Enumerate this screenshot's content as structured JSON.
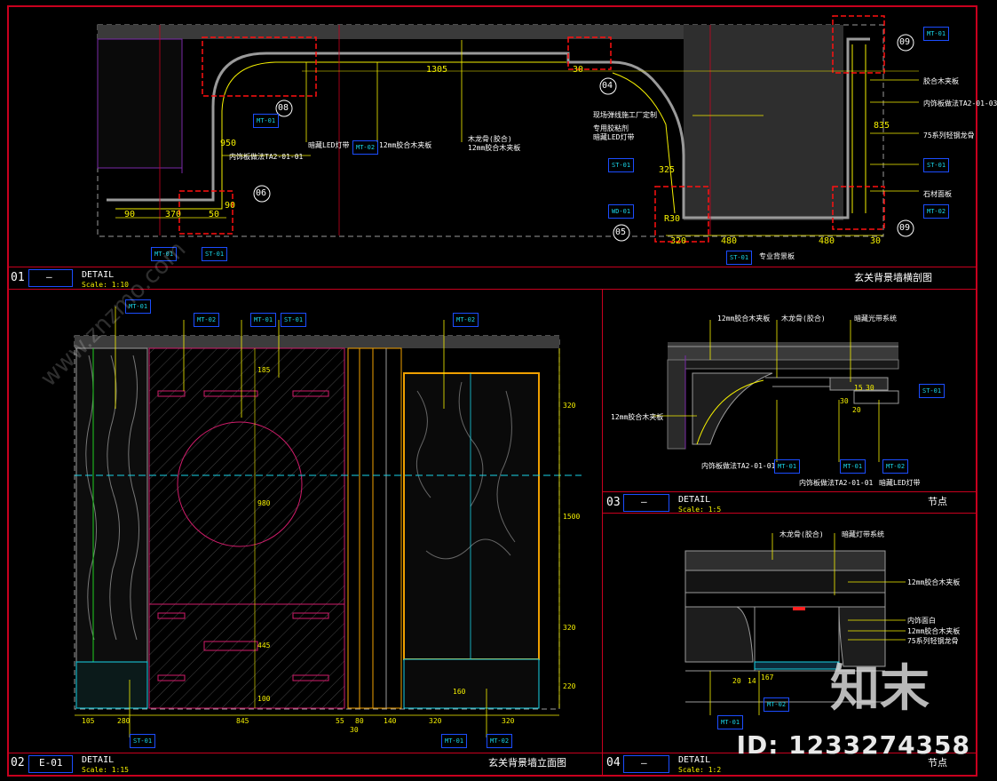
{
  "colors": {
    "frame": "#c8001e",
    "dim": "#f5f000",
    "tag": "#19d4e8",
    "wall": "#8a8a8a",
    "accent_blue": "#1b4dff"
  },
  "panel01": {
    "num": "01",
    "code": "—",
    "kind": "DETAIL",
    "scale": "Scale: 1:10",
    "title": "玄关背景墙横剖图",
    "dims": [
      "1305",
      "370",
      "90",
      "90",
      "50",
      "950",
      "30",
      "320",
      "325",
      "480",
      "480",
      "30",
      "835",
      "R30"
    ],
    "notes": [
      "内饰板做法TA2-01-01",
      "暗藏LED灯带",
      "12mm胶合木夹板",
      "木龙骨(胶合)",
      "12mm胶合木夹板",
      "现场弹线施工厂定制",
      "专用胶粘剂",
      "暗藏LED灯带",
      "胶合木夹板",
      "内饰板做法TA2-01-03",
      "75系列轻钢龙骨",
      "石材面板",
      "专业背景板"
    ],
    "callouts": [
      "08",
      "06",
      "04",
      "05",
      "09",
      "09"
    ],
    "tags": [
      "MT-01",
      "MT-02",
      "ST-01",
      "WD-01",
      "MT-01",
      "ST-01",
      "MT-01",
      "ST-01",
      "MT-02",
      "ST-01"
    ]
  },
  "panel02": {
    "num": "02",
    "code": "E-01",
    "kind": "DETAIL",
    "scale": "Scale: 1:15",
    "title": "玄关背景墙立面图",
    "dims_bottom": [
      "105",
      "280",
      "845",
      "55",
      "80",
      "140",
      "320",
      "320",
      "30"
    ],
    "dims_right": [
      "320",
      "1500",
      "320",
      "220"
    ],
    "dims_inner": [
      "185",
      "980",
      "445",
      "100",
      "160"
    ],
    "tags": [
      "MT-01",
      "MT-02",
      "MT-01",
      "ST-01",
      "MT-02",
      "ST-01",
      "MT-01",
      "MT-02"
    ]
  },
  "panel03": {
    "num": "03",
    "code": "—",
    "kind": "DETAIL",
    "scale": "Scale: 1:5",
    "title": "节点",
    "notes": [
      "12mm胶合木夹板",
      "木龙骨(胶合)",
      "暗藏光带系统",
      "12mm胶合木夹板",
      "内饰板做法TA2-01-01",
      "内饰板做法TA2-01-01",
      "暗藏LED灯带"
    ],
    "dims": [
      "15",
      "30",
      "30",
      "20"
    ],
    "tags": [
      "MT-01",
      "MT-01",
      "MT-02",
      "ST-01"
    ]
  },
  "panel04": {
    "num": "04",
    "code": "—",
    "kind": "DETAIL",
    "scale": "Scale: 1:2",
    "title": "节点",
    "notes": [
      "木龙骨(胶合)",
      "暗藏灯带系统",
      "12mm胶合木夹板",
      "内饰面白",
      "12mm胶合木夹板",
      "75系列轻钢龙骨"
    ],
    "dims": [
      "14",
      "167",
      "20"
    ],
    "tags": [
      "MT-01",
      "MT-02"
    ]
  },
  "watermark": {
    "id": "ID: 1233274358",
    "brand": "知末",
    "site": "www.znzmo.com"
  }
}
